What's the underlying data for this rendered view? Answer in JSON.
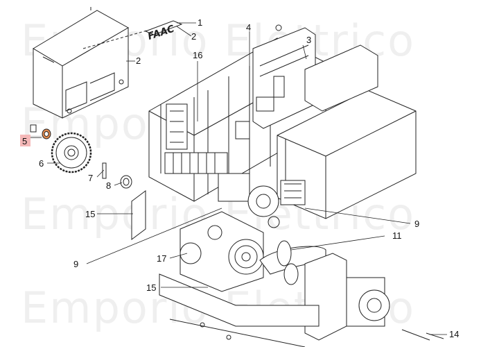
{
  "watermark": {
    "line1": "Emporio Elettrico",
    "line2": "Emporio Elettrico",
    "line3": "Emporio Elettrico",
    "line4": "Emporio Elettrico"
  },
  "logo": {
    "text": "FAAC"
  },
  "callouts": [
    {
      "id": "c1",
      "label": "1"
    },
    {
      "id": "c2a",
      "label": "2"
    },
    {
      "id": "c2b",
      "label": "2"
    },
    {
      "id": "c3",
      "label": "3"
    },
    {
      "id": "c4",
      "label": "4"
    },
    {
      "id": "c5",
      "label": "5"
    },
    {
      "id": "c6",
      "label": "6"
    },
    {
      "id": "c7",
      "label": "7"
    },
    {
      "id": "c8",
      "label": "8"
    },
    {
      "id": "c9a",
      "label": "9"
    },
    {
      "id": "c9b",
      "label": "9"
    },
    {
      "id": "c11",
      "label": "11"
    },
    {
      "id": "c14",
      "label": "14"
    },
    {
      "id": "c15a",
      "label": "15"
    },
    {
      "id": "c15b",
      "label": "15"
    },
    {
      "id": "c16",
      "label": "16"
    },
    {
      "id": "c17",
      "label": "17"
    }
  ],
  "colors": {
    "highlight": "#f5b8b8",
    "line": "#222222",
    "background": "#ffffff"
  }
}
